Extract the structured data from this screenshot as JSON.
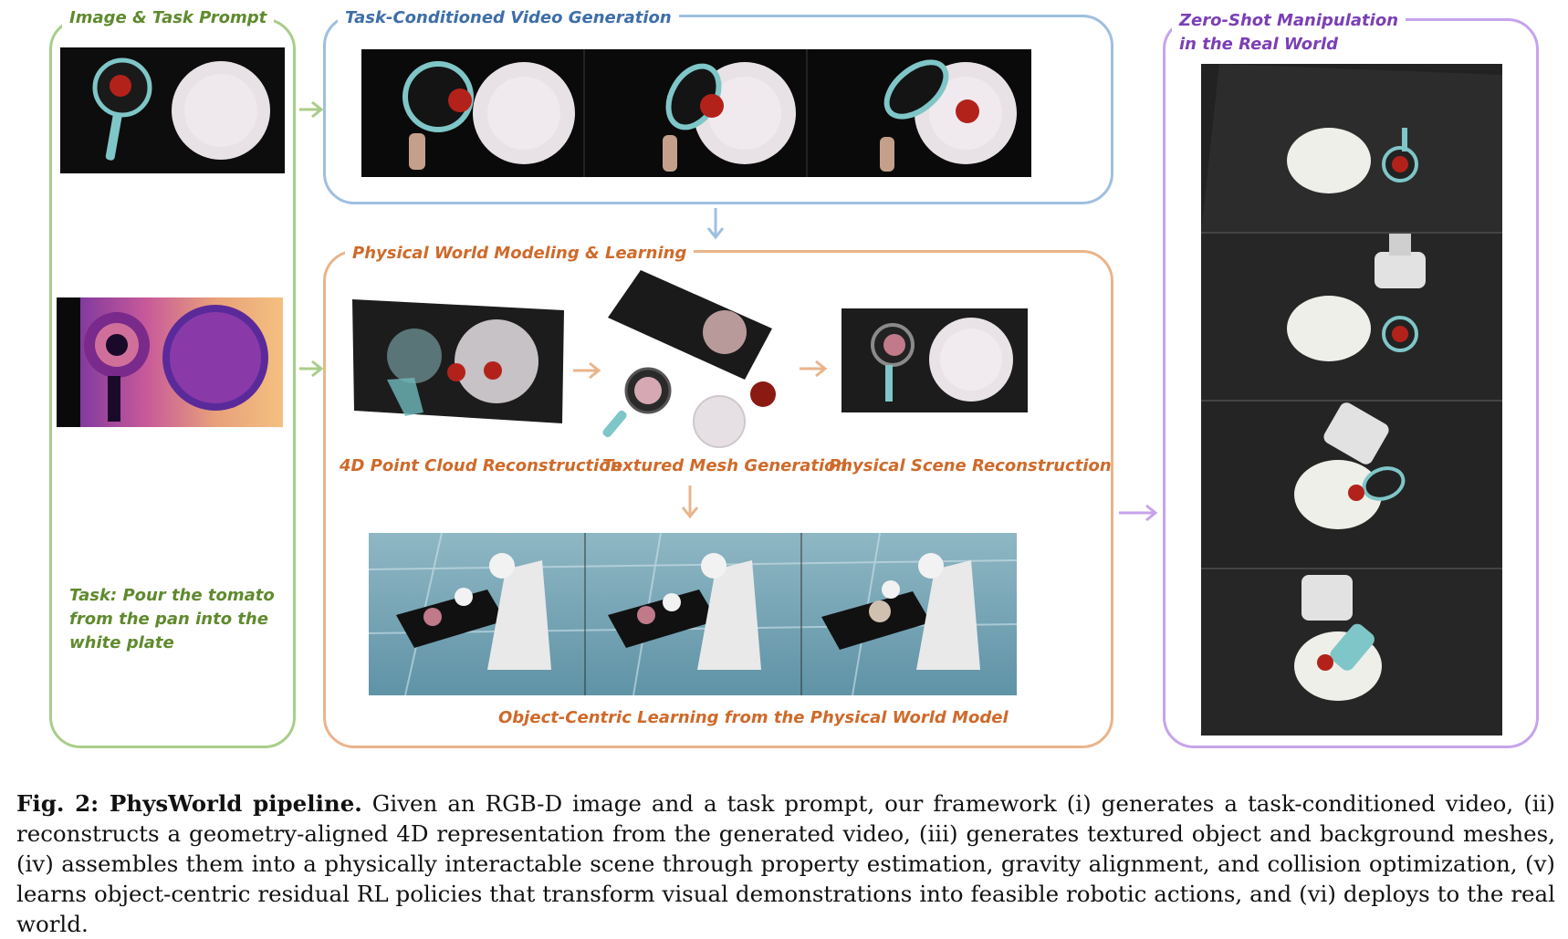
{
  "panels": {
    "prompt": {
      "title": "Image & Task Prompt",
      "task": [
        "Task: Pour the tomato",
        "from the pan into the",
        "white plate"
      ]
    },
    "video": {
      "title": "Task-Conditioned Video Generation"
    },
    "physical": {
      "title": "Physical World Modeling & Learning",
      "labels": {
        "pointcloud": "4D Point Cloud Reconstruction",
        "mesh": "Textured Mesh Generation",
        "scene": "Physical Scene Reconstruction",
        "learning": "Object-Centric Learning from the Physical World Model"
      }
    },
    "real": {
      "title": [
        "Zero-Shot Manipulation",
        "in the Real World"
      ]
    }
  },
  "caption": {
    "figlabel": "Fig. 2: PhysWorld pipeline.",
    "text": " Given an RGB-D image and a task prompt, our framework (i) generates a task-conditioned video, (ii) reconstructs a geometry-aligned 4D representation from the generated video, (iii) generates textured object and background meshes, (iv) assembles them into a physically interactable scene through property estimation, gravity alignment, and collision optimization, (v) learns object-centric residual RL policies that transform visual demonstrations into feasible robotic actions, and (vi) deploys to the real world."
  },
  "colors": {
    "green": "#a9cd8a",
    "blue": "#9fbfe0",
    "orange": "#eab48b",
    "purple": "#c6a3ec",
    "green_text": "#5f8a2e",
    "blue_text": "#3e6ea8",
    "orange_text": "#cf6a2a",
    "purple_text": "#7b3fb5"
  }
}
